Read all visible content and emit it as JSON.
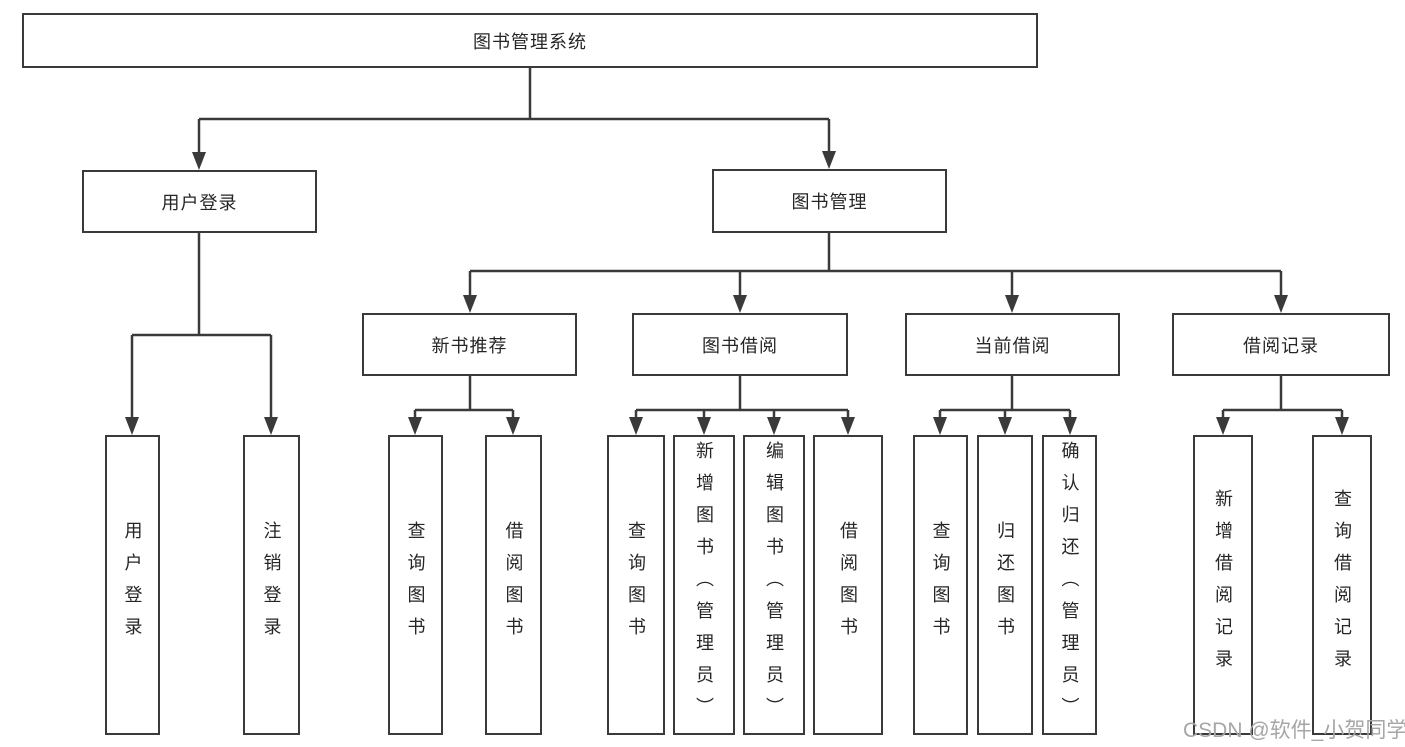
{
  "title": "图书管理系统",
  "level2": {
    "user_login": "用户登录",
    "book_management": "图书管理"
  },
  "level3": {
    "new_book_recommend": "新书推荐",
    "book_borrowing": "图书借阅",
    "current_borrowing": "当前借阅",
    "borrowing_records": "借阅记录"
  },
  "leaves": {
    "user_login": "用户登录",
    "logout": "注销登录",
    "rec_query_books": "查询图书",
    "rec_borrow_books": "借阅图书",
    "bb_query_books": "查询图书",
    "bb_add_books": "新增图书（管理员）",
    "bb_edit_books": "编辑图书（管理员）",
    "bb_borrow_books": "借阅图书",
    "cb_query_books": "查询图书",
    "cb_return_books": "归还图书",
    "cb_confirm_return": "确认归还（管理员）",
    "br_add_record": "新增借阅记录",
    "br_query_record": "查询借阅记录"
  },
  "watermark": "CSDN @软件_小贺同学",
  "colors": {
    "line": "#3a3a3a",
    "text": "#262626",
    "watermark": "#a6a6a6",
    "background": "#ffffff"
  }
}
